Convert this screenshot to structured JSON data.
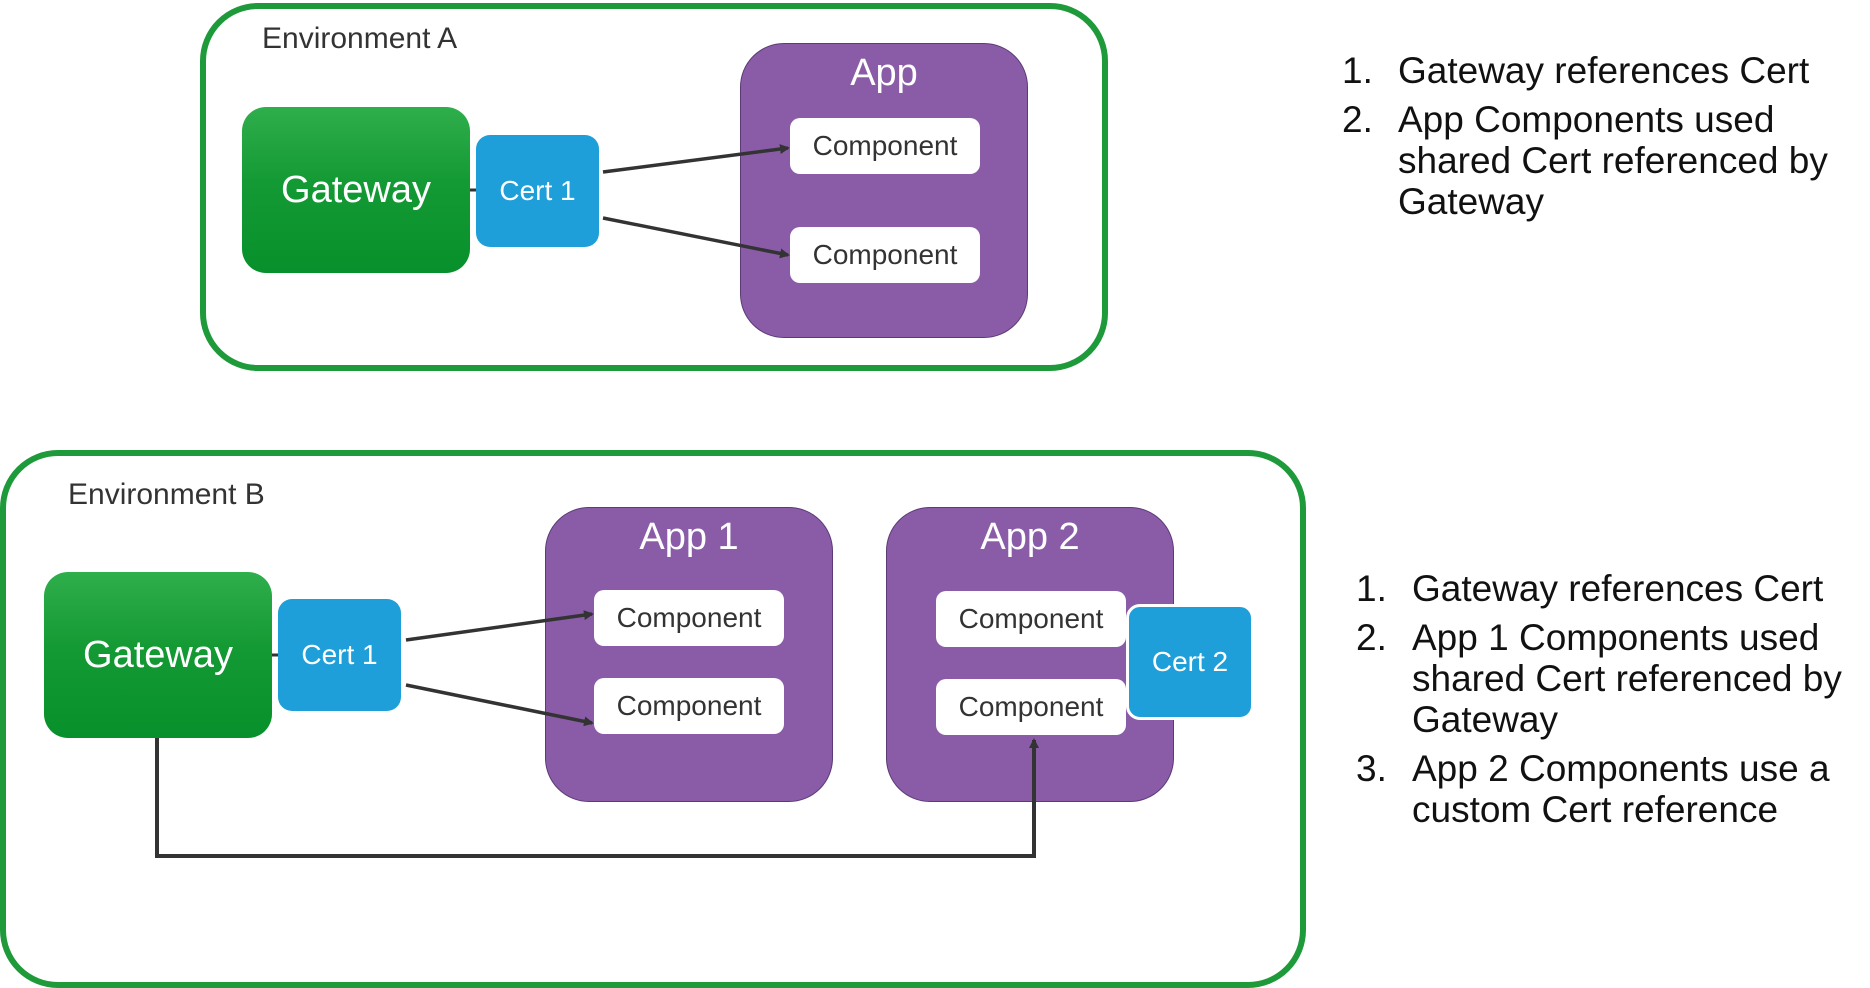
{
  "environment_a": {
    "label": "Environment  A",
    "gateway": "Gateway",
    "cert": "Cert 1",
    "app": {
      "title": "App",
      "components": [
        "Component",
        "Component"
      ]
    }
  },
  "environment_b": {
    "label": "Environment  B",
    "gateway": "Gateway",
    "cert_shared": "Cert 1",
    "cert_custom": "Cert 2",
    "app1": {
      "title": "App 1",
      "components": [
        "Component",
        "Component"
      ]
    },
    "app2": {
      "title": "App 2",
      "components": [
        "Component",
        "Component"
      ]
    }
  },
  "notes_a": [
    {
      "num": "1.",
      "text": "Gateway references Cert"
    },
    {
      "num": "2.",
      "text": "App Components used shared Cert referenced by Gateway"
    }
  ],
  "notes_b": [
    {
      "num": "1.",
      "text": "Gateway references Cert"
    },
    {
      "num": "2.",
      "text": "App 1 Components used shared Cert referenced by Gateway"
    },
    {
      "num": "3.",
      "text": "App 2 Components use a custom Cert reference"
    }
  ],
  "colors": {
    "environment_border": "#1e9a3a",
    "gateway_green": "#08922c",
    "cert_blue": "#1f9fd9",
    "app_purple": "#8a5ca8",
    "arrow": "#333333"
  }
}
